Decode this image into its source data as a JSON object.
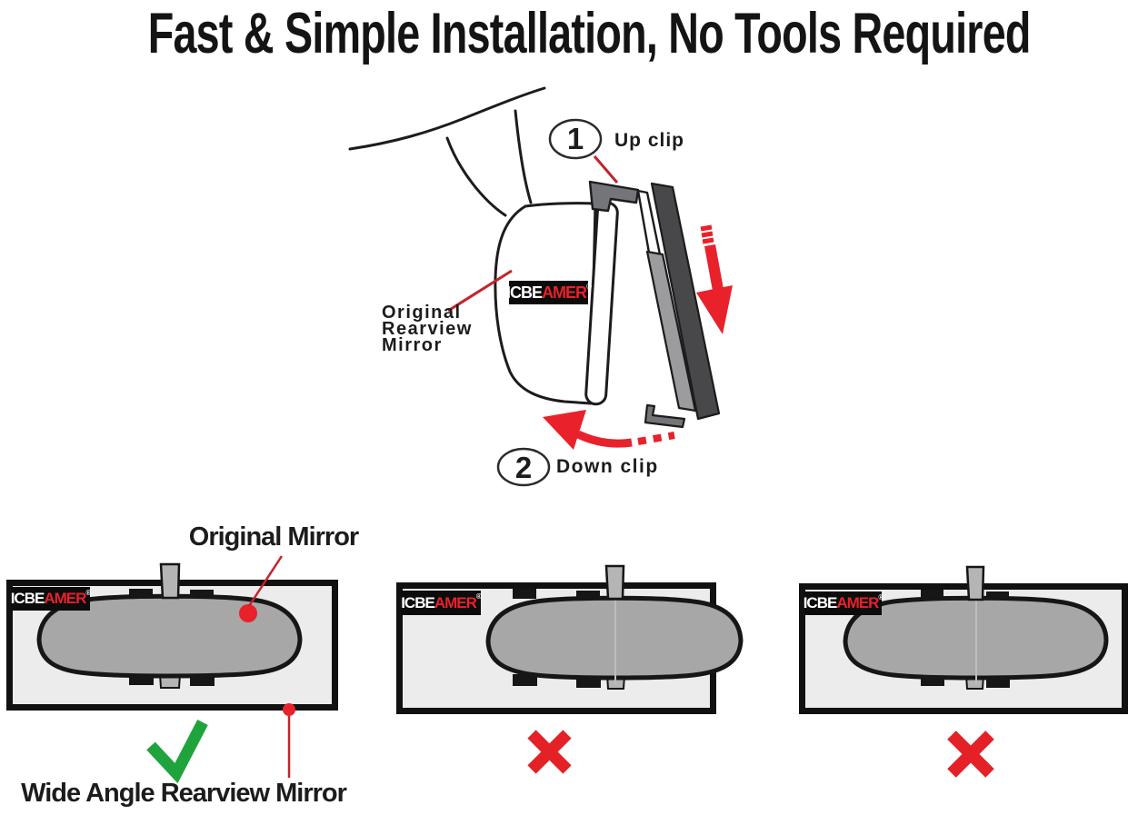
{
  "title": "Fast & Simple Installation, No Tools Required",
  "logo": {
    "part1": "ICBE",
    "part2": "AMER",
    "reg": "®"
  },
  "install_diagram": {
    "step1_number": "1",
    "step1_label": "Up clip",
    "step2_number": "2",
    "step2_label": "Down clip",
    "original_mirror_label": "Original\nRearview\nMirror"
  },
  "fit_guide": {
    "original_mirror_label": "Original Mirror",
    "wide_angle_label": "Wide Angle Rearview Mirror",
    "panels": [
      {
        "id": "correct-fit",
        "verdict": "correct",
        "icon": "check-icon"
      },
      {
        "id": "overhang-right",
        "verdict": "wrong",
        "icon": "cross-icon"
      },
      {
        "id": "mirror-too-large",
        "verdict": "wrong",
        "icon": "cross-icon"
      }
    ]
  },
  "icons": {
    "check": "✓",
    "cross": "✖"
  },
  "colors": {
    "accent_red": "#e8212b",
    "callout_red": "#c4232b",
    "success_green": "#1fa33c",
    "panel_fill": "#ececec",
    "mirror_gray": "#a7a7a7",
    "slab_dark": "#48484a",
    "bar_gray": "#9c9c9e",
    "clip_gray": "#737578",
    "stem_gray": "#b5b5b5",
    "ink": "#1c1c1c"
  }
}
